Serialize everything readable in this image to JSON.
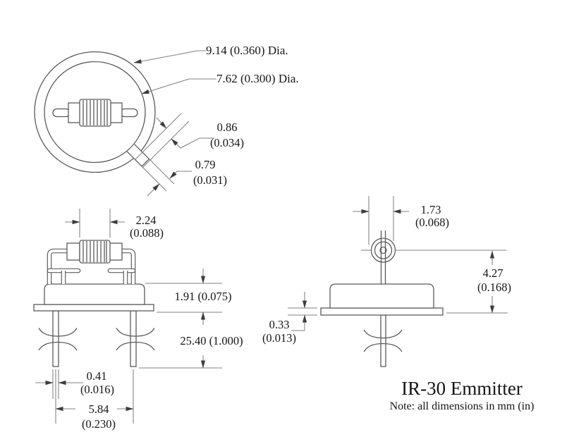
{
  "drawing": {
    "title": "IR-30 Emmitter",
    "note": "Note: all dimensions in mm (in)",
    "top_view": {
      "outer_diameter": "9.14 (0.360) Dia.",
      "inner_diameter": "7.62 (0.300) Dia.",
      "tab_protrusion_mm": "0.86",
      "tab_protrusion_in": "(0.034)",
      "tab_width_mm": "0.79",
      "tab_width_in": "(0.031)"
    },
    "front_view": {
      "coil_width_mm": "2.24",
      "coil_width_in": "(0.088)",
      "cap_height": "1.91 (0.075)",
      "lead_length": "25.40 (1.000)",
      "lead_diameter_mm": "0.41",
      "lead_diameter_in": "(0.016)",
      "lead_spacing_mm": "5.84",
      "lead_spacing_in": "(0.230)"
    },
    "side_view": {
      "coil_od_mm": "1.73",
      "coil_od_in": "(0.068)",
      "emitter_height_mm": "4.27",
      "emitter_height_in": "(0.168)",
      "flange_thickness_mm": "0.33",
      "flange_thickness_in": "(0.013)"
    },
    "colors": {
      "object_line": "#5a5a5a",
      "dimension_line": "#808080",
      "text": "#151515"
    }
  }
}
